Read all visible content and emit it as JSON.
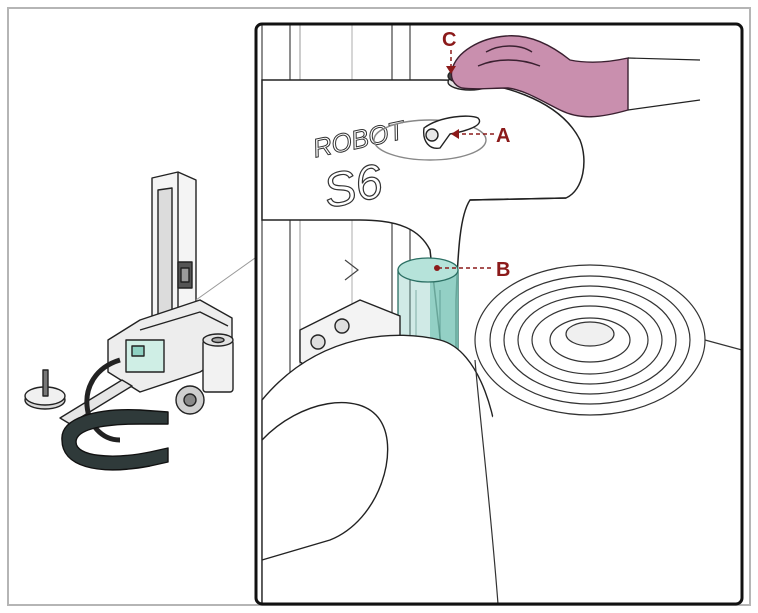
{
  "machine": {
    "brand_line": "ROBOT",
    "model_line": "S6"
  },
  "callouts": [
    {
      "letter": "C"
    },
    {
      "letter": "A"
    },
    {
      "letter": "B"
    }
  ],
  "colors": {
    "outer_border": "#b5b5b5",
    "detail_border": "#111111",
    "callout": "#8b1a1a",
    "glove": "#c98fae",
    "highlight_cylinder": "#79c4b6",
    "line_art": "#333333"
  }
}
